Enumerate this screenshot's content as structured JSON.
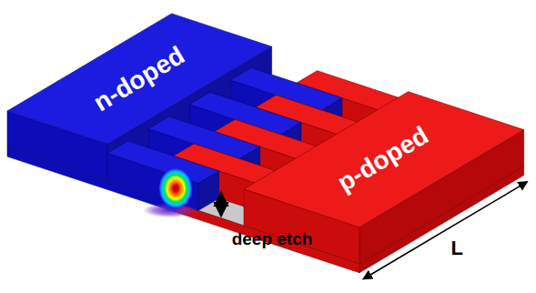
{
  "diagram": {
    "labels": [
      "n-doped",
      "p-doped",
      "deep etch",
      "L"
    ]
  }
}
